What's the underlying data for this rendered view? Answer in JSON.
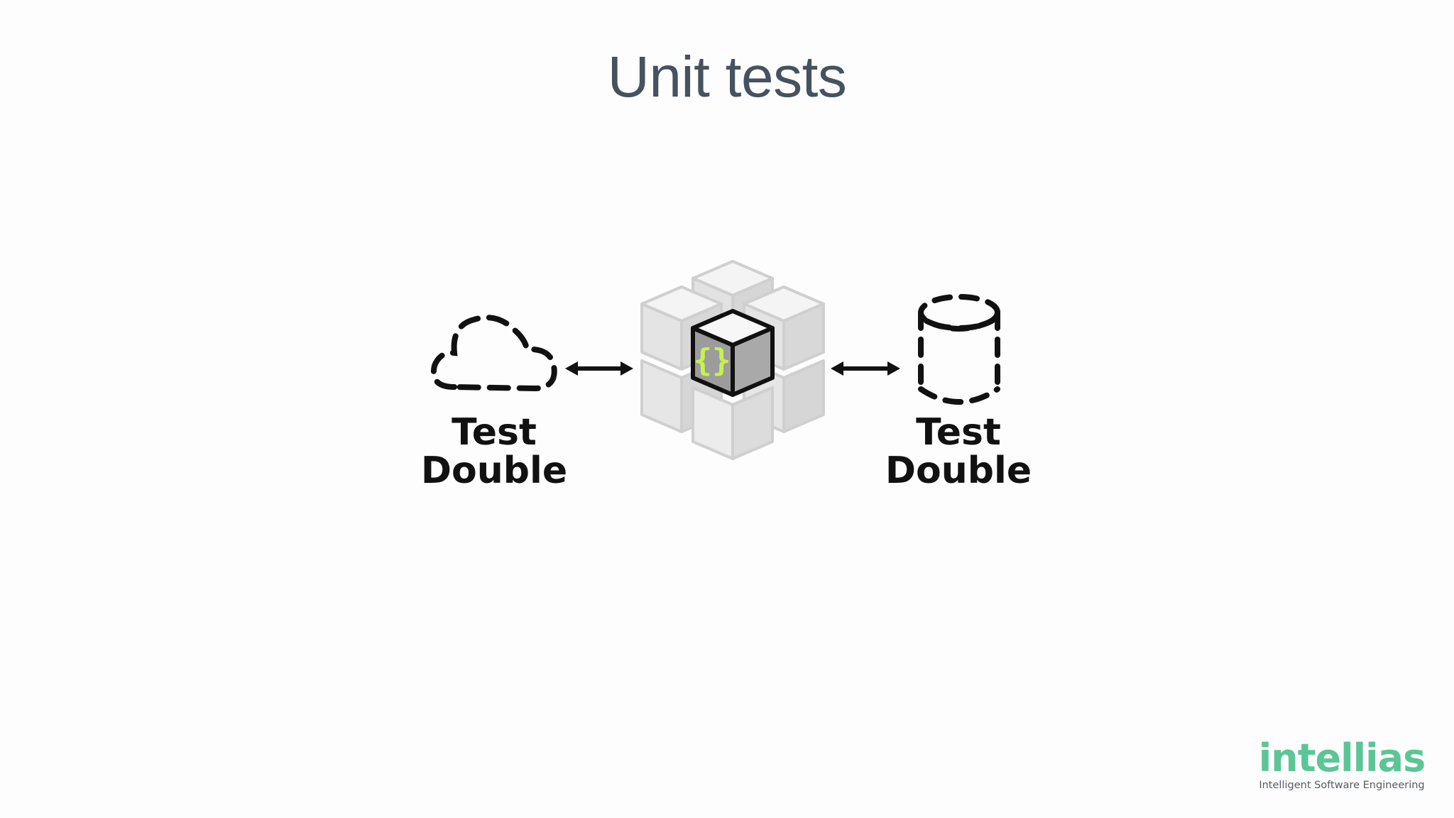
{
  "slide": {
    "title": "Unit tests"
  },
  "diagram": {
    "left_node": {
      "line1": "Test",
      "line2": "Double",
      "icon": "dashed-cloud-icon"
    },
    "center_node": {
      "icon": "unit-cube-cluster-icon",
      "glyph": "{}"
    },
    "right_node": {
      "line1": "Test",
      "line2": "Double",
      "icon": "dashed-database-icon"
    },
    "colors": {
      "outline": "#111111",
      "cube_light": "#e3e3e3",
      "cube_face": "#f1f1f1",
      "cube_dark": "#9a9a9a",
      "cube_grey": "#b8b8b8",
      "braces": "#c8f050"
    }
  },
  "branding": {
    "logo_text": "intellias",
    "tagline": "Intelligent Software Engineering",
    "color": "#5cc596"
  }
}
